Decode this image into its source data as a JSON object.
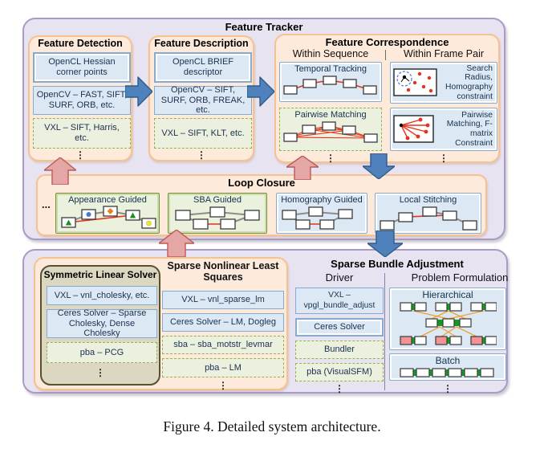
{
  "figure": {
    "caption": "Figure 4. Detailed system architecture."
  },
  "feature_tracker": {
    "title": "Feature Tracker",
    "feature_detection": {
      "title": "Feature Detection",
      "items": [
        "OpenCL Hessian corner points",
        "OpenCV – FAST, SIFT, SURF, ORB, etc.",
        "VXL – SIFT, Harris, etc."
      ],
      "more": "⋮"
    },
    "feature_description": {
      "title": "Feature Description",
      "items": [
        "OpenCL BRIEF descriptor",
        "OpenCV – SIFT, SURF, ORB, FREAK, etc.",
        "VXL – SIFT, KLT, etc."
      ],
      "more": "⋮"
    },
    "feature_correspondence": {
      "title": "Feature Correspondence",
      "within_sequence": {
        "title": "Within Sequence",
        "items": [
          "Temporal Tracking",
          "Pairwise Matching"
        ],
        "more": "⋮"
      },
      "within_frame_pair": {
        "title": "Within Frame Pair",
        "items": [
          "Search Radius, Homography constraint",
          "Pairwise Matching, F-matrix Constraint"
        ],
        "more": "⋮"
      }
    },
    "loop_closure": {
      "title": "Loop Closure",
      "leading_ellipsis": "...",
      "items": [
        "Appearance Guided",
        "SBA Guided",
        "Homography Guided",
        "Local Stitching"
      ]
    }
  },
  "sparse_bundle_adjustment": {
    "title": "Sparse Bundle Adjustment",
    "symmetric_linear_solver": {
      "title": "Symmetric Linear Solver",
      "items": [
        "VXL – vnl_cholesky, etc.",
        "Ceres Solver – Sparse Cholesky, Dense Cholesky",
        "pba – PCG"
      ],
      "more": "⋮"
    },
    "sparse_nonlinear_least_squares": {
      "title": "Sparse Nonlinear Least Squares",
      "items": [
        "VXL – vnl_sparse_lm",
        "Ceres Solver – LM, Dogleg",
        "sba – sba_motstr_levmar",
        "pba – LM"
      ],
      "more": "⋮"
    },
    "driver": {
      "title": "Driver",
      "items": [
        "VXL – vpgl_bundle_adjust",
        "Ceres Solver",
        "Bundler",
        "pba (VisualSFM)"
      ],
      "more": "⋮"
    },
    "problem_formulation": {
      "title": "Problem Formulation",
      "items": [
        "Hierarchical",
        "Batch"
      ],
      "more": "⋮"
    }
  },
  "colors": {
    "panel_lavender": "#e8e3f1",
    "panel_lavender_border": "#a99bc5",
    "panel_peach": "#fdeada",
    "panel_peach_border": "#f6c291",
    "panel_olive": "#dbd7c0",
    "panel_olive_border": "#56512f",
    "box_blue": "#dce9f5",
    "box_blue_border": "#85abd3",
    "box_green": "#ebf1de",
    "box_green_border": "#93b34c",
    "panel_green": "#eaf1dd",
    "panel_green_border": "#76923c",
    "arrow_blue": "#4f81bd",
    "arrow_blue_border": "#2f5a87",
    "arrow_pink": "#e4a7a5",
    "arrow_pink_border": "#bb5a55",
    "line_red": "#e8311a",
    "line_gray": "#8c8c8c",
    "line_orange": "#f0a030",
    "connector_green": "#149922",
    "box_pink": "#f19395"
  },
  "icons": [
    "blue-right-arrow-icon",
    "pink-up-arrow-icon",
    "blue-down-arrow-icon",
    "temporal-tracking-diagram",
    "pairwise-matching-diagram",
    "search-radius-diagram",
    "f-matrix-diagram",
    "appearance-guided-diagram",
    "sba-guided-diagram",
    "homography-guided-diagram",
    "local-stitching-diagram",
    "hierarchical-diagram",
    "batch-diagram"
  ]
}
